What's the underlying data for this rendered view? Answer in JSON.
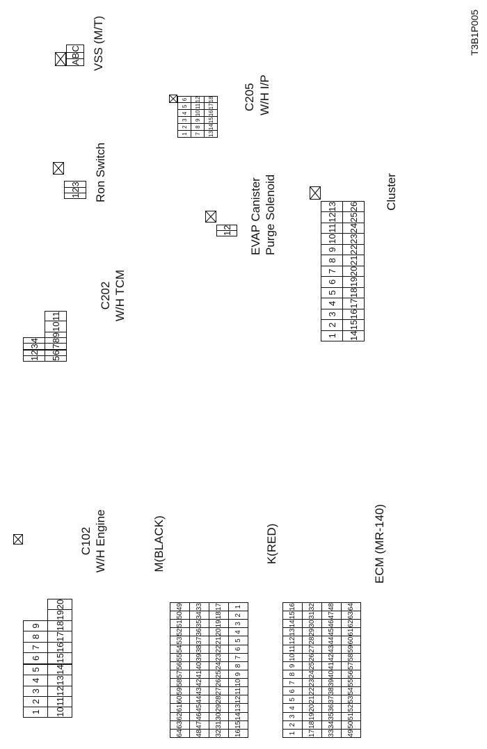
{
  "figure_code": "T3B1P005",
  "connectors": {
    "c102": {
      "name": "C102",
      "desc": "W/H Engine",
      "rows": [
        [
          "1",
          "2",
          "3",
          "4",
          "5",
          "",
          "6",
          "7",
          "8",
          "9"
        ],
        [
          "10",
          "11",
          "12",
          "13",
          "14",
          "15",
          "16",
          "17",
          "18",
          "19",
          "20"
        ]
      ]
    },
    "c202": {
      "name": "C202",
      "desc": "W/H TCM",
      "rows": [
        [
          "1",
          "2",
          "",
          "3",
          "4"
        ],
        [
          "5",
          "6",
          "7",
          "8",
          "9",
          "10",
          "11"
        ]
      ]
    },
    "ron_switch": {
      "name": "Ron Switch",
      "rows": [
        [
          "1",
          "2",
          "3"
        ]
      ]
    },
    "vss": {
      "name": "VSS (M/T)",
      "rows": [
        [
          "A",
          "B",
          "C"
        ]
      ]
    },
    "c205": {
      "name": "C205",
      "desc": "W/H I/P",
      "rows": [
        [
          "1",
          "2",
          "3",
          "4",
          "5",
          "6"
        ],
        [
          "7",
          "8",
          "9",
          "10",
          "11",
          "12"
        ],
        [
          "13",
          "14",
          "15",
          "16",
          "17",
          "18"
        ]
      ]
    },
    "evap": {
      "name_line1": "EVAP Canister",
      "name_line2": "Purge Solenoid",
      "rows": [
        [
          "1",
          "2"
        ]
      ]
    },
    "cluster": {
      "name": "Cluster",
      "rows": [
        [
          "1",
          "2",
          "3",
          "4",
          "5",
          "6",
          "7",
          "8",
          "9",
          "10",
          "11",
          "12",
          "13"
        ],
        [
          "14",
          "15",
          "16",
          "17",
          "18",
          "19",
          "20",
          "21",
          "22",
          "23",
          "24",
          "25",
          "26"
        ]
      ]
    },
    "ecm": {
      "name": "ECM (MR-140)",
      "m_label": "M(BLACK)",
      "k_label": "K(RED)",
      "m_rows": [
        [
          "64",
          "63",
          "62",
          "61",
          "60",
          "59",
          "58",
          "57",
          "56",
          "55",
          "54",
          "53",
          "52",
          "51",
          "50",
          "49"
        ],
        [
          "48",
          "47",
          "46",
          "45",
          "44",
          "43",
          "42",
          "41",
          "40",
          "39",
          "38",
          "37",
          "36",
          "35",
          "34",
          "33"
        ],
        [
          "32",
          "31",
          "30",
          "29",
          "28",
          "27",
          "26",
          "25",
          "24",
          "23",
          "22",
          "21",
          "20",
          "19",
          "18",
          "17"
        ],
        [
          "16",
          "15",
          "14",
          "13",
          "12",
          "11",
          "10",
          "9",
          "8",
          "7",
          "6",
          "5",
          "4",
          "3",
          "2",
          "1"
        ]
      ],
      "k_rows": [
        [
          "1",
          "2",
          "3",
          "4",
          "5",
          "6",
          "7",
          "8",
          "9",
          "10",
          "11",
          "12",
          "13",
          "14",
          "15",
          "16"
        ],
        [
          "17",
          "18",
          "19",
          "20",
          "21",
          "22",
          "23",
          "24",
          "25",
          "26",
          "27",
          "28",
          "29",
          "30",
          "31",
          "32"
        ],
        [
          "33",
          "34",
          "35",
          "36",
          "37",
          "38",
          "39",
          "40",
          "41",
          "42",
          "43",
          "44",
          "45",
          "46",
          "47",
          "48"
        ],
        [
          "49",
          "50",
          "51",
          "52",
          "53",
          "54",
          "55",
          "56",
          "57",
          "58",
          "59",
          "60",
          "61",
          "62",
          "63",
          "64"
        ]
      ]
    }
  }
}
